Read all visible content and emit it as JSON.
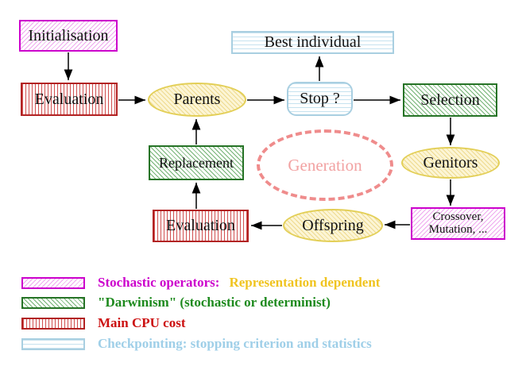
{
  "diagram": {
    "nodes": {
      "initialisation": "Initialisation",
      "evaluation_top": "Evaluation",
      "parents": "Parents",
      "best_individual": "Best individual",
      "stop": "Stop ?",
      "selection": "Selection",
      "replacement": "Replacement",
      "generation": "Generation",
      "genitors": "Genitors",
      "crossover_line1": "Crossover,",
      "crossover_line2": "Mutation, ...",
      "evaluation_bottom": "Evaluation",
      "offspring": "Offspring"
    },
    "colors": {
      "stochastic_magenta": "#cc00cc",
      "darwinism_green": "#1e8a1e",
      "cpu_cost_red": "#cc1111",
      "checkpointing_blue": "#9fcfe8",
      "generation_salmon": "#ef8c8c",
      "operator_yellow_border": "#e3cf57",
      "representation_gold_text": "#f0c420",
      "arrow_black": "#000000"
    }
  },
  "legend": {
    "items": [
      {
        "text1": "Stochastic operators:",
        "text2": "Representation dependent"
      },
      {
        "text1": "\"Darwinism\" (stochastic or determinist)",
        "text2": ""
      },
      {
        "text1": "Main CPU cost",
        "text2": ""
      },
      {
        "text1": "Checkpointing: stopping criterion and statistics",
        "text2": ""
      }
    ]
  }
}
